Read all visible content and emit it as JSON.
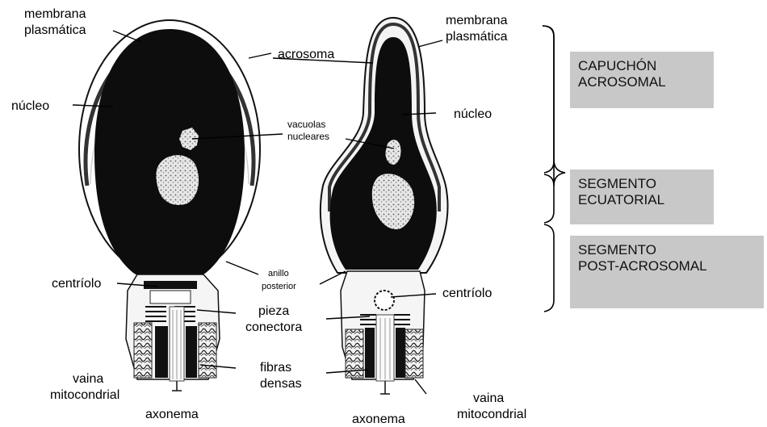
{
  "labels": {
    "membrana_left": "membrana",
    "plasmatica_left": "plasmática",
    "nucleo_left": "núcleo",
    "acrosoma": "acrosoma",
    "vacuolas": "vacuolas",
    "nucleares": "nucleares",
    "centriolo_left": "centríolo",
    "anillo": "anillo",
    "posterior": "posterior",
    "pieza": "pieza",
    "conectora": "conectora",
    "fibras": "fibras",
    "densas": "densas",
    "vaina_left": "vaina",
    "mitocondrial_left": "mitocondrial",
    "axonema_left": "axonema",
    "membrana_right": "membrana",
    "plasmatica_right": "plasmática",
    "nucleo_right": "núcleo",
    "centriolo_right": "centríolo",
    "vaina_right": "vaina",
    "mitocondrial_right": "mitocondrial",
    "axonema_right": "axonema"
  },
  "regions": {
    "capuchon_1": "CAPUCHÓN",
    "capuchon_2": "ACROSOMAL",
    "ecuatorial_1": "SEGMENTO",
    "ecuatorial_2": "ECUATORIAL",
    "post_1": "SEGMENTO",
    "post_2": "POST-ACROSOMAL"
  },
  "colors": {
    "nucleus": "#0d0d0d",
    "region_box": "#c8c8c8",
    "line": "#000000"
  }
}
